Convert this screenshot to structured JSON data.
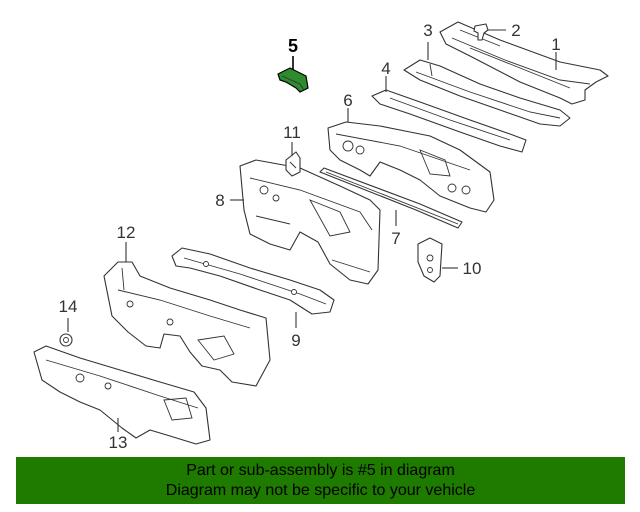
{
  "callouts": {
    "c1": "1",
    "c2": "2",
    "c3": "3",
    "c4": "4",
    "c5": "5",
    "c6": "6",
    "c7": "7",
    "c8": "8",
    "c9": "9",
    "c10": "10",
    "c11": "11",
    "c12": "12",
    "c13": "13",
    "c14": "14"
  },
  "highlight_color": "#2e8b2e",
  "banner": {
    "line1": "Part or sub-assembly is #5 in diagram",
    "line2": "Diagram may not be specific to your vehicle",
    "color": "#1f7a00"
  }
}
